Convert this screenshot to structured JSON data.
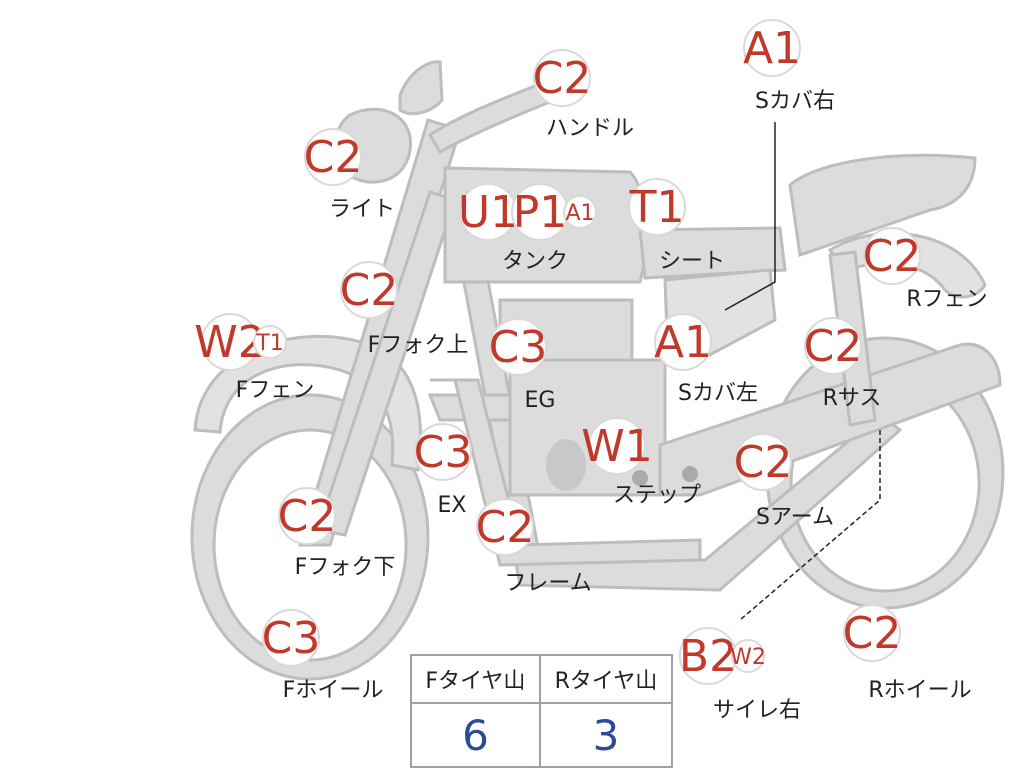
{
  "colors": {
    "grade": "#c0392b",
    "value": "#2b4a9a",
    "bike": "#dcdcdc"
  },
  "parts": [
    {
      "id": "a1-s-cover-right",
      "grades": [
        "A1"
      ],
      "label": "Sカバ右"
    },
    {
      "id": "c2-handle",
      "grades": [
        "C2"
      ],
      "label": "ハンドル"
    },
    {
      "id": "c2-light",
      "grades": [
        "C2"
      ],
      "label": "ライト"
    },
    {
      "id": "tank",
      "grades": [
        "U1",
        "P1",
        "A1"
      ],
      "label": "タンク"
    },
    {
      "id": "t1-seat",
      "grades": [
        "T1"
      ],
      "label": "シート"
    },
    {
      "id": "c2-r-fender",
      "grades": [
        "C2"
      ],
      "label": "Rフェン"
    },
    {
      "id": "c2-f-fork-upper",
      "grades": [
        "C2"
      ],
      "label": "Fフォク上"
    },
    {
      "id": "c3-engine",
      "grades": [
        "C3"
      ],
      "label": "EG"
    },
    {
      "id": "a1-s-cover-left",
      "grades": [
        "A1"
      ],
      "label": "Sカバ左"
    },
    {
      "id": "c2-r-suspension",
      "grades": [
        "C2"
      ],
      "label": "Rサス"
    },
    {
      "id": "f-fender",
      "grades": [
        "W2",
        "T1"
      ],
      "label": "Fフェン"
    },
    {
      "id": "c3-exhaust",
      "grades": [
        "C3"
      ],
      "label": "EX"
    },
    {
      "id": "w1-step",
      "grades": [
        "W1"
      ],
      "label": "ステップ"
    },
    {
      "id": "c2-swing-arm",
      "grades": [
        "C2"
      ],
      "label": "Sアーム"
    },
    {
      "id": "c2-f-fork-lower",
      "grades": [
        "C2"
      ],
      "label": "Fフォク下"
    },
    {
      "id": "c2-frame",
      "grades": [
        "C2"
      ],
      "label": "フレーム"
    },
    {
      "id": "c3-f-wheel",
      "grades": [
        "C3"
      ],
      "label": "Fホイール"
    },
    {
      "id": "silencer-right",
      "grades": [
        "B2",
        "W2"
      ],
      "label": "サイレ右"
    },
    {
      "id": "c2-r-wheel",
      "grades": [
        "C2"
      ],
      "label": "Rホイール"
    }
  ],
  "tire_table": {
    "headers": [
      "Fタイヤ山",
      "Rタイヤ山"
    ],
    "values": [
      "6",
      "3"
    ]
  }
}
